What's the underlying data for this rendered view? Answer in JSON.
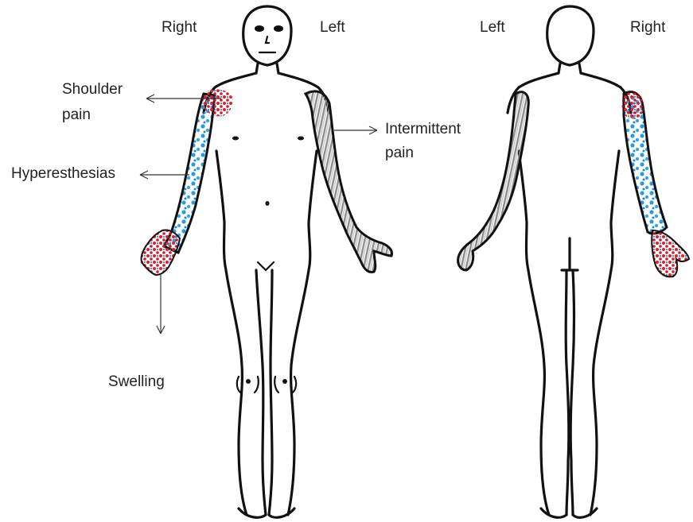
{
  "front_view": {
    "side_right": "Right",
    "side_left": "Left"
  },
  "back_view": {
    "side_left": "Left",
    "side_right": "Right"
  },
  "annotations": {
    "shoulder_pain": [
      "Shoulder",
      "pain"
    ],
    "hyperesthesias": "Hyperesthesias",
    "swelling": "Swelling",
    "intermittent_pain": [
      "Intermittent",
      "pain"
    ]
  },
  "legend_colors": {
    "pain_marking": "#e0202a",
    "hyperesthesia_marking": "#2a9be0",
    "intermittent_marking": "#9a9a9a",
    "outline": "#111111"
  }
}
